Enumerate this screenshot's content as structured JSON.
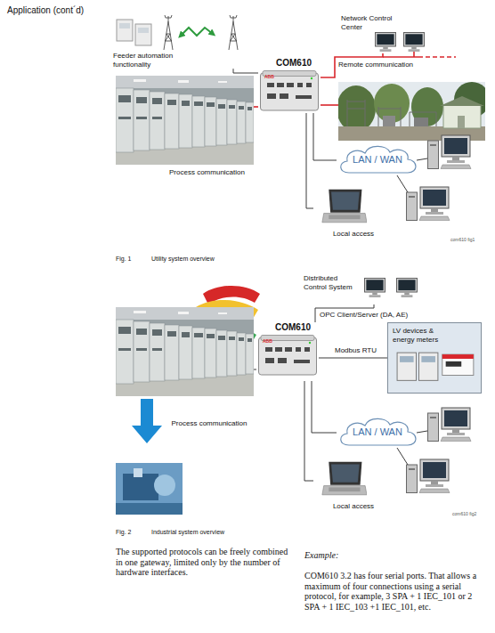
{
  "diagram": {
    "title": "Application (cont´d)",
    "nodes": [
      {
        "text": [
          "Feeder automation functionality"
        ]
      },
      {
        "text": [
          "Network Control Center"
        ]
      },
      {
        "text": [
          "COM610"
        ]
      },
      {
        "text": [
          "Process communication"
        ]
      },
      {
        "text": [
          "LAN / WAN"
        ]
      },
      {
        "text": [
          "Local access"
        ]
      },
      {
        "text": [
          "Distributed Control System"
        ]
      },
      {
        "text": [
          "COM610"
        ]
      },
      {
        "text": [
          "LV devices & energy meters"
        ]
      },
      {
        "text": [
          "Process communication"
        ]
      },
      {
        "text": [
          "LAN / WAN"
        ]
      },
      {
        "text": [
          "Local access"
        ]
      }
    ],
    "edges": [
      {
        "from": 2,
        "to": 1,
        "arrow": "none",
        "label": "Remote communication"
      },
      {
        "from": 2,
        "to": 0,
        "arrow": "none"
      },
      {
        "from": 2,
        "to": 3,
        "arrow": "none"
      },
      {
        "from": 2,
        "to": 4,
        "arrow": "none"
      },
      {
        "from": 2,
        "to": 5,
        "arrow": "none"
      },
      {
        "from": 7,
        "to": 6,
        "arrow": "none",
        "label": "OPC Client/Server (DA, AE)"
      },
      {
        "from": 7,
        "to": 8,
        "arrow": "none",
        "label": "Modbus RTU"
      },
      {
        "from": 7,
        "to": 9,
        "arrow": "none"
      },
      {
        "from": 7,
        "to": 10,
        "arrow": "none"
      },
      {
        "from": 7,
        "to": 11,
        "arrow": "none"
      }
    ],
    "labels": [
      "ABB",
      "com610 fig1",
      "Fig. 1",
      "Utility system overview",
      "ABB",
      "com610 fig2",
      "Fig. 2",
      "Industrial system overview",
      "The supported protocols can be freely combined in one gateway, limited only by the number of hardware interfaces.",
      "Example:",
      "COM610 3.2 has four serial ports. That allows a maximum of four connections using a serial protocol, for example, 3 SPA + 1 IEC_101 or 2 SPA + 1 IEC_103 +1 IEC_101, etc."
    ]
  }
}
